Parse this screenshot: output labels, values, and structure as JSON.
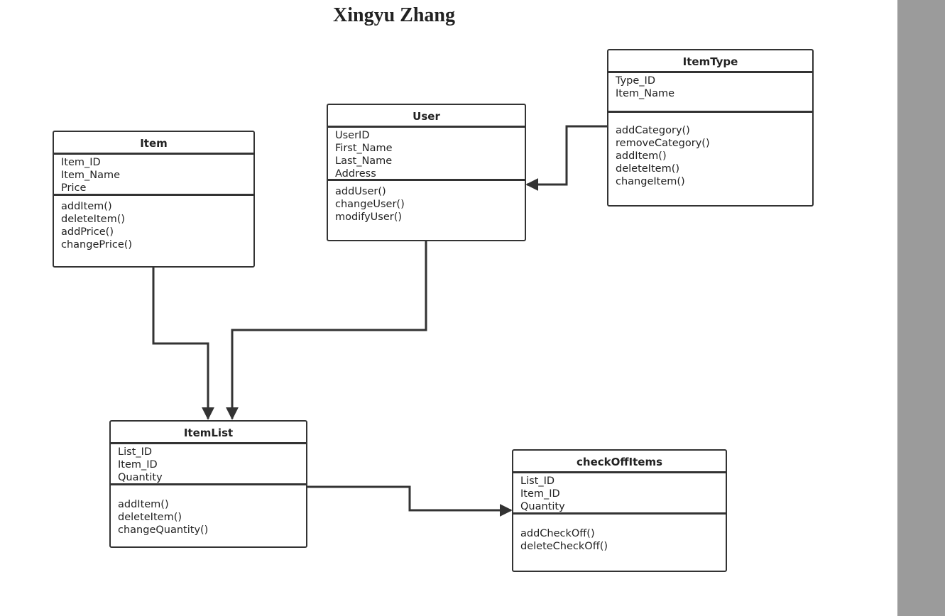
{
  "title": "Xingyu Zhang",
  "colors": {
    "line": "#333333",
    "scrollbar": "#9b9b9b",
    "background": "#ffffff"
  },
  "classes": {
    "item": {
      "name": "Item",
      "attributes": [
        "Item_ID",
        "Item_Name",
        "Price"
      ],
      "operations": [
        "addItem()",
        "deleteItem()",
        "addPrice()",
        "changePrice()"
      ]
    },
    "user": {
      "name": "User",
      "attributes": [
        "UserID",
        "First_Name",
        "Last_Name",
        "Address"
      ],
      "operations": [
        "addUser()",
        "changeUser()",
        "modifyUser()"
      ]
    },
    "itemtype": {
      "name": "ItemType",
      "attributes": [
        "Type_ID",
        "Item_Name"
      ],
      "operations": [
        "addCategory()",
        "removeCategory()",
        "addItem()",
        "deleteItem()",
        "changeItem()"
      ]
    },
    "itemlist": {
      "name": "ItemList",
      "attributes": [
        "List_ID",
        "Item_ID",
        "Quantity"
      ],
      "operations": [
        "addItem()",
        "deleteItem()",
        "changeQuantity()"
      ]
    },
    "checkoffitems": {
      "name": "checkOffItems",
      "attributes": [
        "List_ID",
        "Item_ID",
        "Quantity"
      ],
      "operations": [
        "addCheckOff()",
        "deleteCheckOff()"
      ]
    }
  },
  "connections": [
    {
      "from": "Item",
      "to": "ItemList"
    },
    {
      "from": "User",
      "to": "ItemList"
    },
    {
      "from": "ItemType",
      "to": "User"
    },
    {
      "from": "ItemList",
      "to": "checkOffItems"
    }
  ]
}
